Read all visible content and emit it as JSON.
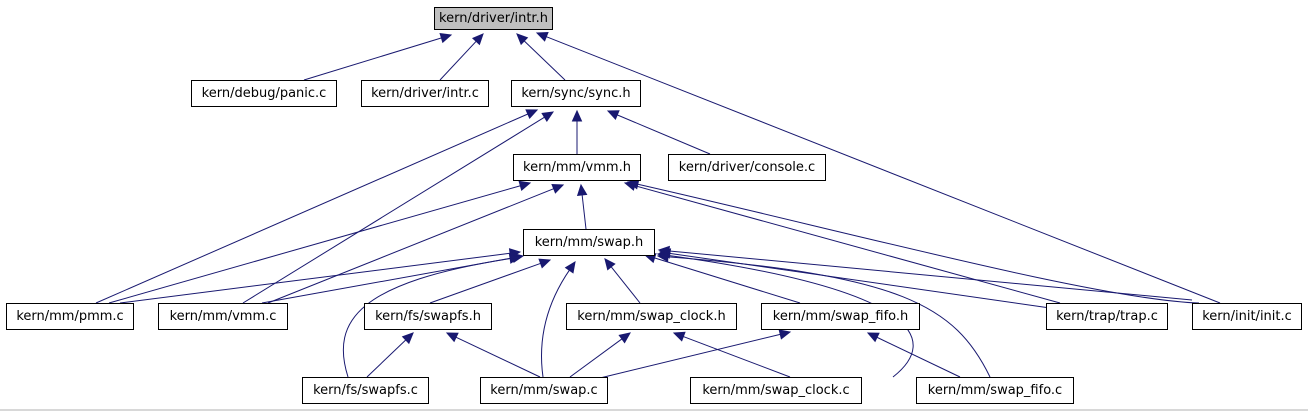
{
  "graph": {
    "edge_color": "#191970",
    "root_fill": "#bfbfbf",
    "nodes": [
      {
        "id": "intr_h",
        "label": "kern/driver/intr.h",
        "root": true
      },
      {
        "id": "panic_c",
        "label": "kern/debug/panic.c"
      },
      {
        "id": "intr_c",
        "label": "kern/driver/intr.c"
      },
      {
        "id": "sync_h",
        "label": "kern/sync/sync.h"
      },
      {
        "id": "vmm_h",
        "label": "kern/mm/vmm.h"
      },
      {
        "id": "console_c",
        "label": "kern/driver/console.c"
      },
      {
        "id": "swap_h",
        "label": "kern/mm/swap.h"
      },
      {
        "id": "pmm_c",
        "label": "kern/mm/pmm.c"
      },
      {
        "id": "vmm_c",
        "label": "kern/mm/vmm.c"
      },
      {
        "id": "swapfs_h",
        "label": "kern/fs/swapfs.h"
      },
      {
        "id": "swap_clock_h",
        "label": "kern/mm/swap_clock.h"
      },
      {
        "id": "swap_fifo_h",
        "label": "kern/mm/swap_fifo.h"
      },
      {
        "id": "trap_c",
        "label": "kern/trap/trap.c"
      },
      {
        "id": "init_c",
        "label": "kern/init/init.c"
      },
      {
        "id": "swapfs_c",
        "label": "kern/fs/swapfs.c"
      },
      {
        "id": "swap_c",
        "label": "kern/mm/swap.c"
      },
      {
        "id": "swap_clock_c",
        "label": "kern/mm/swap_clock.c"
      },
      {
        "id": "swap_fifo_c",
        "label": "kern/mm/swap_fifo.c"
      }
    ],
    "edges": [
      {
        "from": "panic_c",
        "to": "intr_h"
      },
      {
        "from": "intr_c",
        "to": "intr_h"
      },
      {
        "from": "sync_h",
        "to": "intr_h"
      },
      {
        "from": "init_c",
        "to": "intr_h"
      },
      {
        "from": "vmm_h",
        "to": "sync_h"
      },
      {
        "from": "console_c",
        "to": "sync_h"
      },
      {
        "from": "pmm_c",
        "to": "sync_h"
      },
      {
        "from": "vmm_c",
        "to": "sync_h"
      },
      {
        "from": "swap_h",
        "to": "vmm_h"
      },
      {
        "from": "pmm_c",
        "to": "vmm_h"
      },
      {
        "from": "vmm_c",
        "to": "vmm_h"
      },
      {
        "from": "trap_c",
        "to": "vmm_h"
      },
      {
        "from": "init_c",
        "to": "vmm_h"
      },
      {
        "from": "pmm_c",
        "to": "swap_h"
      },
      {
        "from": "vmm_c",
        "to": "swap_h"
      },
      {
        "from": "swapfs_h",
        "to": "swap_h"
      },
      {
        "from": "swap_clock_h",
        "to": "swap_h"
      },
      {
        "from": "swap_fifo_h",
        "to": "swap_h"
      },
      {
        "from": "trap_c",
        "to": "swap_h"
      },
      {
        "from": "init_c",
        "to": "swap_h"
      },
      {
        "from": "swapfs_c",
        "to": "swap_h"
      },
      {
        "from": "swap_c",
        "to": "swap_h"
      },
      {
        "from": "swap_clock_c",
        "to": "swap_h"
      },
      {
        "from": "swap_fifo_c",
        "to": "swap_h"
      },
      {
        "from": "swapfs_c",
        "to": "swapfs_h"
      },
      {
        "from": "swap_c",
        "to": "swapfs_h"
      },
      {
        "from": "swap_c",
        "to": "swap_clock_h"
      },
      {
        "from": "swap_clock_c",
        "to": "swap_clock_h"
      },
      {
        "from": "swap_c",
        "to": "swap_fifo_h"
      },
      {
        "from": "swap_fifo_c",
        "to": "swap_fifo_h"
      }
    ]
  }
}
